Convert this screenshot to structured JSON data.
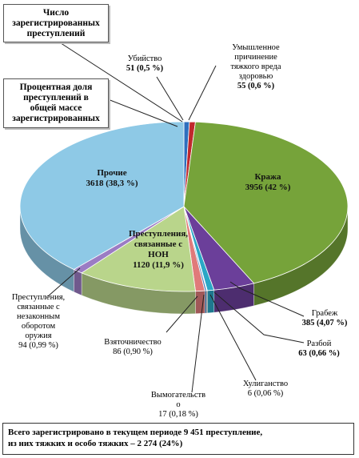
{
  "chart_data": {
    "type": "pie",
    "slices": [
      {
        "label": "Убийство",
        "value_text": "51 (0,5 %)",
        "value": 51,
        "percent": 0.5,
        "color": "#2e6fbe"
      },
      {
        "label": "Умышленное причинение тяжкого вреда здоровью",
        "value_text": "55 (0,6 %)",
        "value": 55,
        "percent": 0.6,
        "color": "#c0282d"
      },
      {
        "label": "Кража",
        "value_text": "3956 (42 %)",
        "value": 3956,
        "percent": 42,
        "color": "#76a33a"
      },
      {
        "label": "Грабеж",
        "value_text": "385 (4,07 %)",
        "value": 385,
        "percent": 4.07,
        "color": "#6b3f9a"
      },
      {
        "label": "Разбой",
        "value_text": "63 (0,66 %)",
        "value": 63,
        "percent": 0.66,
        "color": "#2aa7c6"
      },
      {
        "label": "Хулиганство",
        "value_text": "6 (0,06 %)",
        "value": 6,
        "percent": 0.06,
        "color": "#ef8a2e"
      },
      {
        "label": "Вымогательство",
        "value_text": "17 (0,18 %)",
        "value": 17,
        "percent": 0.18,
        "color": "#4a7fc0"
      },
      {
        "label": "Взяточничество",
        "value_text": "86 (0,90 %)",
        "value": 86,
        "percent": 0.9,
        "color": "#e07a7a"
      },
      {
        "label": "Преступления, связанные с НОН",
        "value_text": "1120 (11,9 %)",
        "value": 1120,
        "percent": 11.9,
        "color": "#b9d58b"
      },
      {
        "label": "Преступления, связанные с незаконным оборотом оружия",
        "value_text": "94 (0,99 %)",
        "value": 94,
        "percent": 0.99,
        "color": "#9b7cc4"
      },
      {
        "label": "Прочие",
        "value_text": "3618 (38,3 %)",
        "value": 3618,
        "percent": 38.3,
        "color": "#8ec9e6"
      }
    ]
  },
  "labels": {
    "murder": {
      "name": "Убийство",
      "value": "51 (0,5 %)"
    },
    "harm": {
      "l1": "Умышленное",
      "l2": "причинение",
      "l3": "тяжкого вреда",
      "l4": "здоровью",
      "value": "55 (0,6 %)"
    },
    "theft": {
      "name": "Кража",
      "value": "3956 (42 %)"
    },
    "robbery": {
      "name": "Грабеж",
      "value": "385 (4,07 %)"
    },
    "assault": {
      "name": "Разбой",
      "value": "63 (0,66 %)"
    },
    "hooligan": {
      "name": "Хулиганство",
      "value": "6 (0,06 %)"
    },
    "extortion": {
      "l1": "Вымогательств",
      "l2": "о",
      "value": "17 (0,18 %)"
    },
    "bribery": {
      "name": "Взяточничество",
      "value": "86 (0,90 %)"
    },
    "drugs": {
      "l1": "Преступления,",
      "l2": "связанные с",
      "l3": "НОН",
      "value": "1120 (11,9 %)"
    },
    "weapons": {
      "l1": "Преступления,",
      "l2": "связанные с",
      "l3": "незаконным",
      "l4": "оборотом",
      "l5": "оружия",
      "value": "94 (0,99 %)"
    },
    "other": {
      "name": "Прочие",
      "value": "3618 (38,3 %)"
    }
  },
  "callouts": {
    "count": {
      "l1": "Число",
      "l2": "зарегистрированных",
      "l3": "преступлений"
    },
    "share": {
      "l1": "Процентная доля",
      "l2": "преступлений в",
      "l3": "общей массе",
      "l4": "зарегистрированных"
    }
  },
  "footer": {
    "line1": "Всего зарегистрировано в текущем периоде 9 451 преступление,",
    "line2": "из них тяжких и особо тяжких – 2 274 (24%)"
  }
}
